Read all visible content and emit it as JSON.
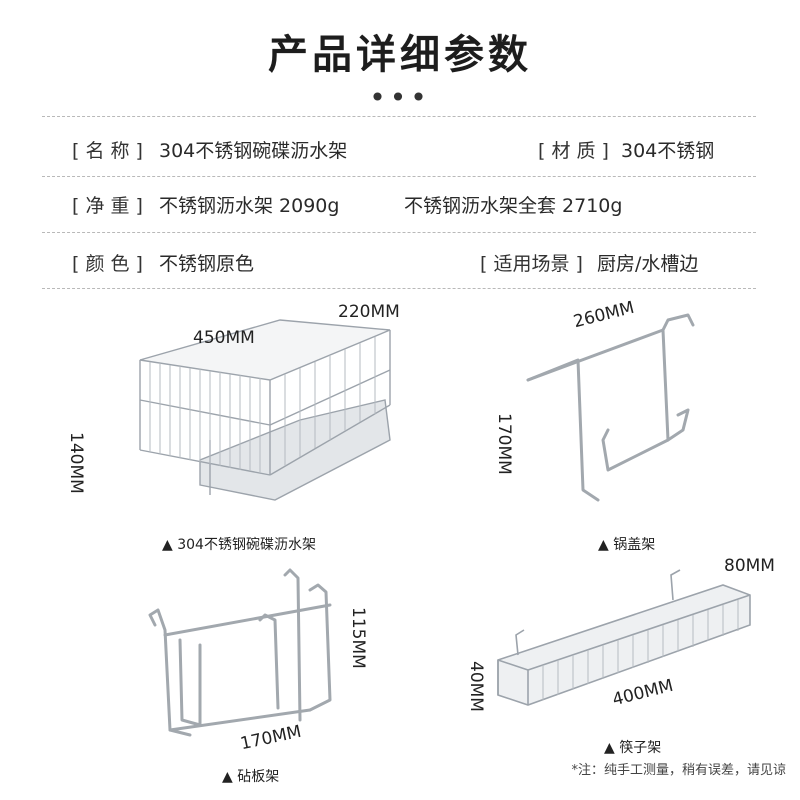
{
  "title": "产品详细参数",
  "dots": "•••",
  "specs": {
    "name_label": "[ 名 称 ]",
    "name_value": "304不锈钢碗碟沥水架",
    "material_label": "[ 材 质 ]",
    "material_value": "304不锈钢",
    "weight_label": "[ 净 重 ]",
    "weight_value1": "不锈钢沥水架 2090g",
    "weight_value2": "不锈钢沥水架全套 2710g",
    "color_label": "[ 颜 色 ]",
    "color_value": "不锈钢原色",
    "scene_label": "[ 适用场景 ]",
    "scene_value": "厨房/水槽边"
  },
  "products": {
    "dish_rack": {
      "caption": "▲ 304不锈钢碗碟沥水架",
      "dim_length": "450MM",
      "dim_width": "220MM",
      "dim_height": "140MM"
    },
    "lid_rack": {
      "caption": "▲ 锅盖架",
      "dim_width": "260MM",
      "dim_height": "170MM"
    },
    "board_rack": {
      "caption": "▲ 砧板架",
      "dim_width": "170MM",
      "dim_height": "115MM"
    },
    "chopstick_rack": {
      "caption": "▲ 筷子架",
      "dim_length": "400MM",
      "dim_width": "80MM",
      "dim_height": "40MM"
    }
  },
  "note": "*注：纯手工测量，稍有误差，请见谅"
}
